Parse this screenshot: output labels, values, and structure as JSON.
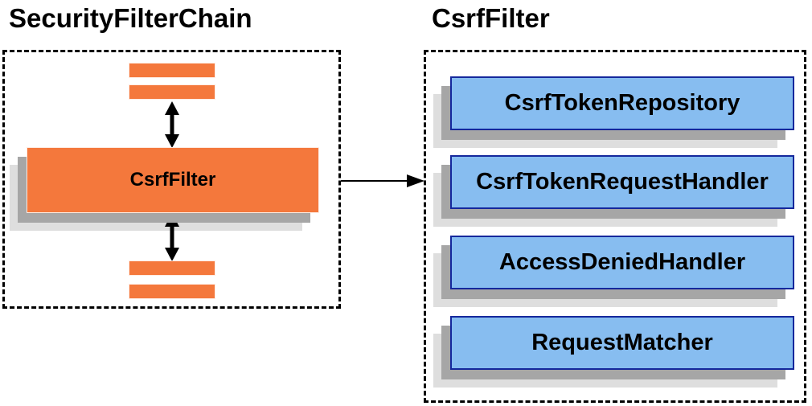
{
  "diagram": {
    "left_group": {
      "title": "SecurityFilterChain",
      "filter_box": {
        "label": "CsrfFilter"
      }
    },
    "right_group": {
      "title": "CsrfFilter",
      "components": [
        {
          "label": "CsrfTokenRepository"
        },
        {
          "label": "CsrfTokenRequestHandler"
        },
        {
          "label": "AccessDeniedHandler"
        },
        {
          "label": "RequestMatcher"
        }
      ]
    },
    "colors": {
      "filter_orange": "#F4783C",
      "component_blue_fill": "#87BDF0",
      "component_blue_border": "#15289C",
      "shadow_dark": "#A6A6A6",
      "shadow_light": "#DEDEDE",
      "line_black": "#000000"
    }
  }
}
